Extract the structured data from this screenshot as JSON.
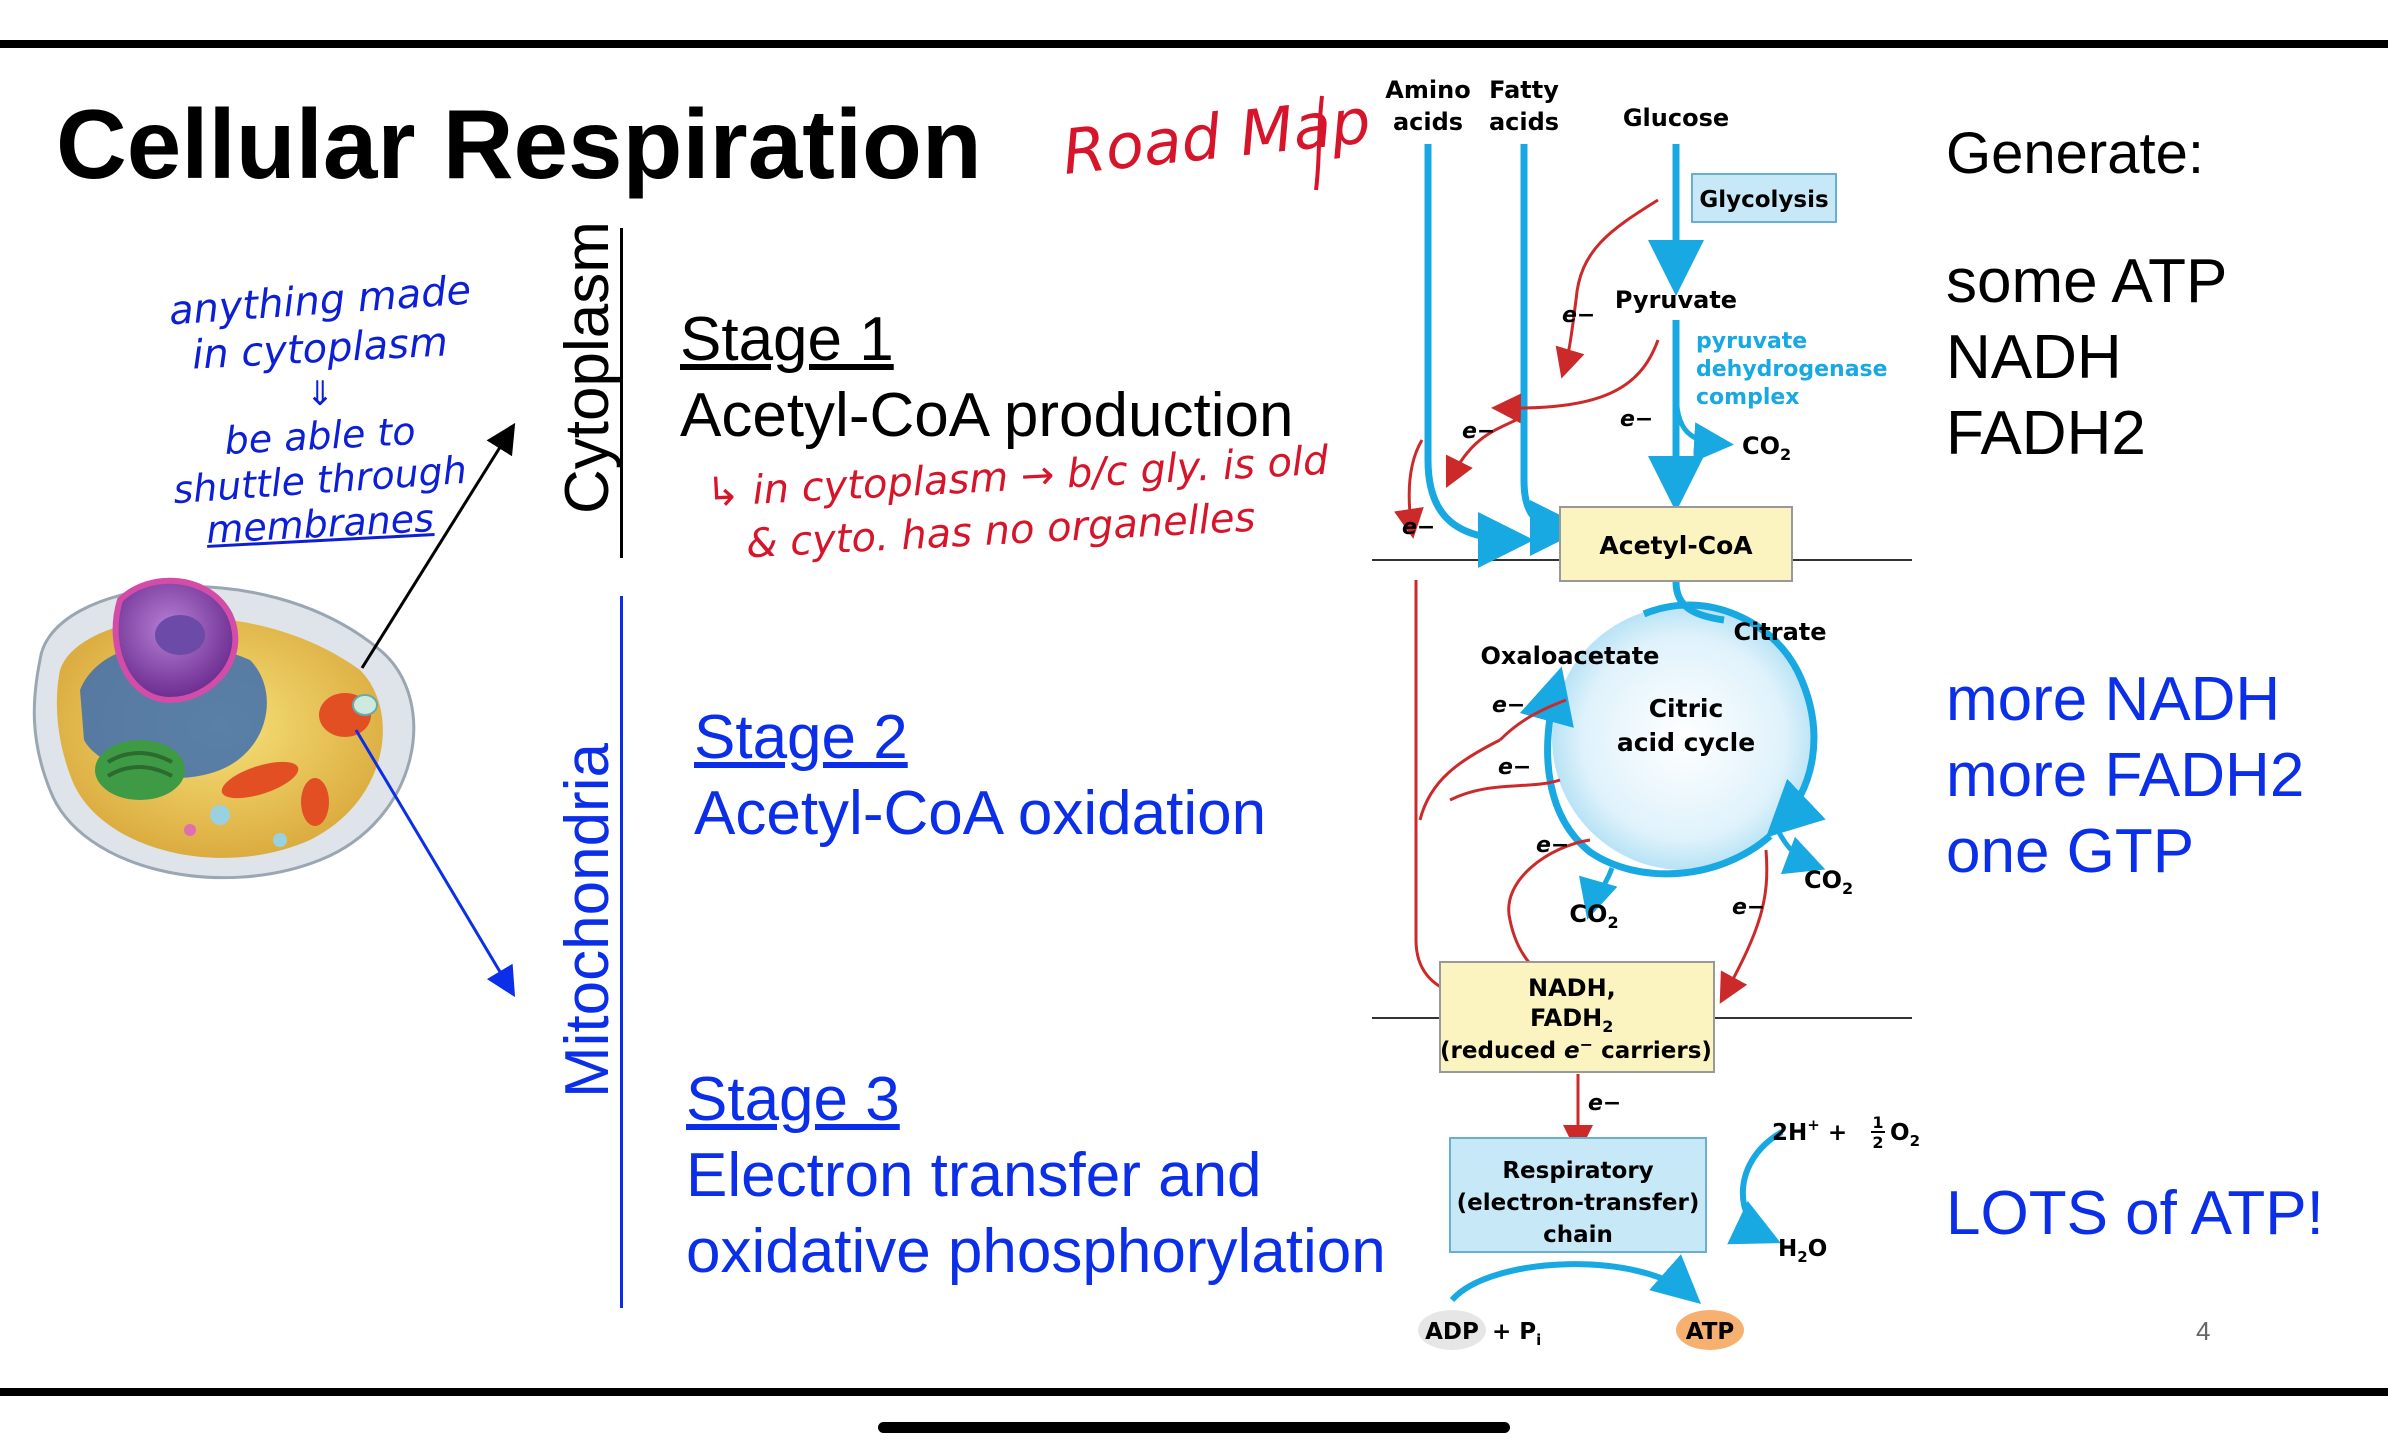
{
  "slide": {
    "title": "Cellular Respiration",
    "page_number": "4"
  },
  "annotations": {
    "road_map": "Road Map",
    "left_note": [
      "anything made",
      "in cytoplasm",
      "⇓",
      "be able to",
      "shuttle through",
      "membranes"
    ],
    "cyto_note": [
      "↳ in cytoplasm → b/c gly. is old",
      "& cyto. has no organelles"
    ]
  },
  "regions": {
    "cytoplasm": "Cytoplasm",
    "mitochondria": "Mitochondria"
  },
  "stages": [
    {
      "heading": "Stage 1",
      "lines": [
        "Acetyl-CoA production"
      ]
    },
    {
      "heading": "Stage 2",
      "lines": [
        "Acetyl-CoA oxidation"
      ]
    },
    {
      "heading": "Stage 3",
      "lines": [
        "Electron transfer and",
        "oxidative phosphorylation"
      ]
    }
  ],
  "generate": {
    "heading": "Generate:",
    "stage1": [
      "some ATP",
      "NADH",
      "FADH2"
    ],
    "stage2": [
      "more NADH",
      "more FADH2",
      "one GTP"
    ],
    "stage3": [
      "LOTS of ATP!"
    ]
  },
  "diagram": {
    "amino_acids": [
      "Amino",
      "acids"
    ],
    "fatty_acids": [
      "Fatty",
      "acids"
    ],
    "glucose": "Glucose",
    "glycolysis": "Glycolysis",
    "pyruvate": "Pyruvate",
    "pdh_complex": [
      "pyruvate",
      "dehydrogenase",
      "complex"
    ],
    "co2": "CO",
    "co2_sub": "2",
    "electron": "e−",
    "acetyl_coa": "Acetyl-CoA",
    "citrate": "Citrate",
    "oxaloacetate": "Oxaloacetate",
    "citric_acid_cycle": [
      "Citric",
      "acid cycle"
    ],
    "carriers": {
      "line1": "NADH,",
      "line2": "FADH",
      "line2_sub": "2",
      "line3_pre": "(reduced ",
      "line3_e": "e",
      "line3_sup": "−",
      "line3_post": " carriers)"
    },
    "resp_chain": [
      "Respiratory",
      "(electron-transfer)",
      "chain"
    ],
    "oxygen_eq": {
      "a": "2H",
      "a_sup": "+",
      "plus": " + ",
      "num": "1",
      "den": "2",
      "b": "O",
      "b_sub": "2"
    },
    "water": {
      "a": "H",
      "a_sub": "2",
      "b": "O"
    },
    "adp": "ADP",
    "pi": {
      "a": "+ P",
      "a_sub": "i"
    },
    "atp": "ATP"
  },
  "colors": {
    "blue_arrow": "#18a8e2",
    "red_arrow": "#cc2a2a",
    "box_yellow": "#fbf4c1",
    "box_blue": "#c7e9f7",
    "slide_blue": "#0b2ee8",
    "annotation_red": "#d6152b",
    "annotation_blue": "#0d1fd6"
  }
}
